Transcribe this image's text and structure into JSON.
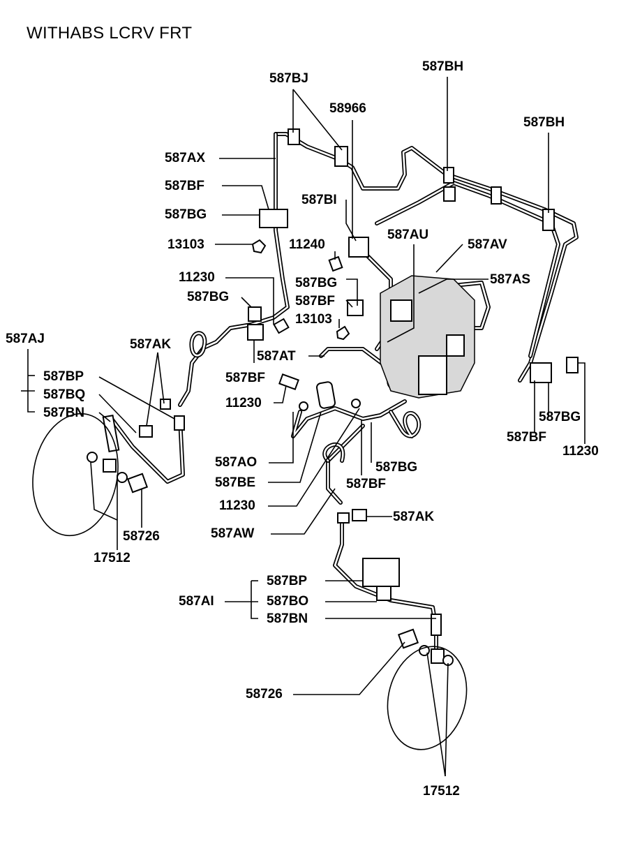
{
  "title": "WITHABS LCRV FRT",
  "labels": {
    "l_587BJ": "587BJ",
    "l_58966": "58966",
    "l_587BH_a": "587BH",
    "l_587BH_b": "587BH",
    "l_587AX": "587AX",
    "l_587BF_a": "587BF",
    "l_587BG_a": "587BG",
    "l_587BI": "587BI",
    "l_13103_a": "13103",
    "l_11240": "11240",
    "l_587AU": "587AU",
    "l_587AV": "587AV",
    "l_11230_a": "11230",
    "l_587BG_b": "587BG",
    "l_587BG_c": "587BG",
    "l_587BF_b": "587BF",
    "l_587AS": "587AS",
    "l_13103_b": "13103",
    "l_587AJ": "587AJ",
    "l_587AK_a": "587AK",
    "l_587AT": "587AT",
    "l_587BP_a": "587BP",
    "l_587BQ": "587BQ",
    "l_587BF_c": "587BF",
    "l_587BN_a": "587BN",
    "l_11230_b": "11230",
    "l_587BG_d": "587BG",
    "l_587BF_d": "587BF",
    "l_11230_c": "11230",
    "l_587AO": "587AO",
    "l_587BG_e": "587BG",
    "l_587BE": "587BE",
    "l_587BF_e": "587BF",
    "l_11230_d": "11230",
    "l_58726_a": "58726",
    "l_17512_a": "17512",
    "l_587AW": "587AW",
    "l_587AK_b": "587AK",
    "l_587BP_b": "587BP",
    "l_587AI": "587AI",
    "l_587BO": "587BO",
    "l_587BN_b": "587BN",
    "l_58726_b": "58726",
    "l_17512_b": "17512"
  }
}
